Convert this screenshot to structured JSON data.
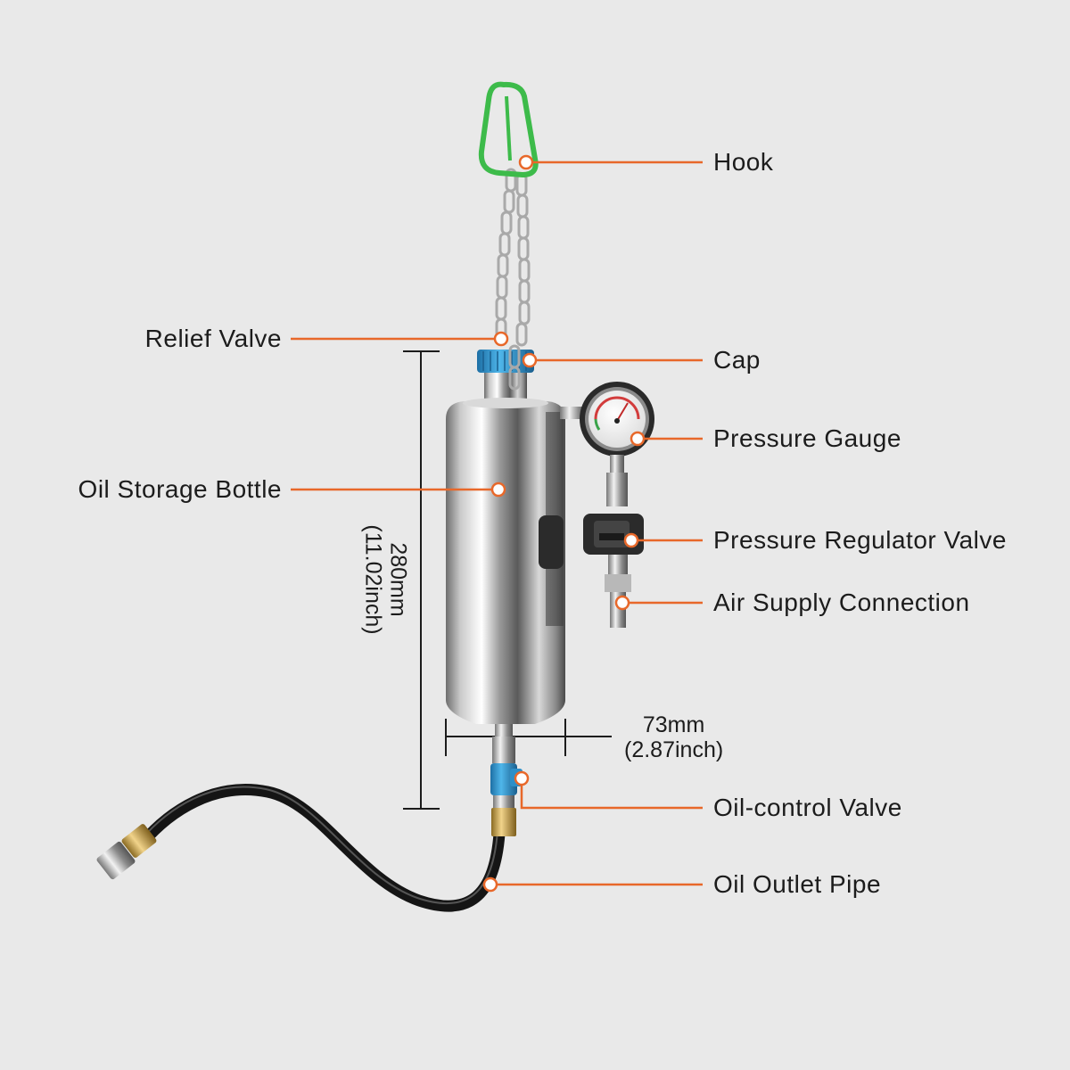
{
  "labels": {
    "hook": "Hook",
    "relief_valve": "Relief Valve",
    "cap": "Cap",
    "pressure_gauge": "Pressure Gauge",
    "oil_storage_bottle": "Oil Storage Bottle",
    "pressure_regulator_valve": "Pressure Regulator Valve",
    "air_supply_connection": "Air Supply Connection",
    "oil_control_valve": "Oil-control Valve",
    "oil_outlet_pipe": "Oil Outlet Pipe"
  },
  "dimensions": {
    "height_mm": "280mm",
    "height_in": "(11.02inch)",
    "diameter_mm": "73mm",
    "diameter_in": "(2.87inch)"
  },
  "colors": {
    "background": "#e9e9e9",
    "leader": "#e8682a",
    "text": "#1c1c1c",
    "cap_blue": "#2a9bd6",
    "carabiner_green": "#3dbb4a",
    "brass": "#c9a24a"
  }
}
